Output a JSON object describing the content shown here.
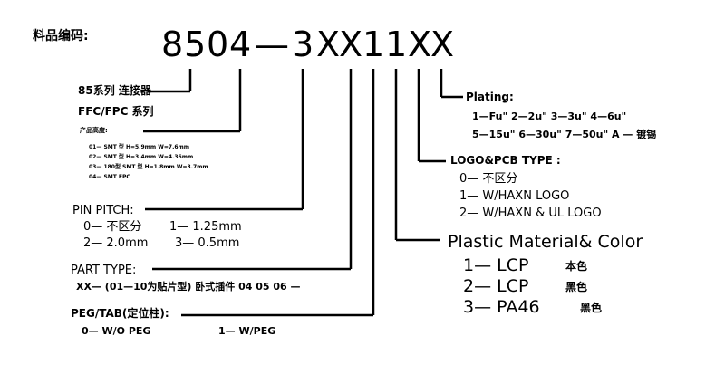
{
  "header_label": "料品编码:",
  "part_code": {
    "chars": [
      "8",
      "5",
      "0",
      "4",
      "—",
      "3",
      "X",
      "X",
      "1",
      "1",
      "X",
      "X"
    ]
  },
  "series": {
    "line1": "85系列 连接器",
    "line2": "FFC/FPC 系列"
  },
  "product_height": {
    "title": "产品高度:",
    "items": [
      "01— SMT 型 H=5.9mm W=7.6mm",
      "02— SMT 型 H=3.4mm W=4.36mm",
      "03— 180型 SMT 型 H=1.8mm W=3.7mm",
      "04— SMT FPC"
    ]
  },
  "pin_pitch": {
    "title": "PIN PITCH:",
    "row1_a": "0— 不区分",
    "row1_b": "1— 1.25mm",
    "row2_a": "2— 2.0mm",
    "row2_b": "3— 0.5mm"
  },
  "part_type": {
    "title": "PART TYPE:",
    "line": "XX— (01—10为贴片型) 卧式插件 04 05 06 —"
  },
  "peg_tab": {
    "title": "PEG/TAB(定位柱):",
    "opt_a": "0— W/O PEG",
    "opt_b": "1— W/PEG"
  },
  "plating": {
    "title": "Plating:",
    "line1": "1—Fu\" 2—2u\" 3—3u\" 4—6u\"",
    "line2": "5—15u\" 6—30u\" 7—50u\"  A — 镀锡"
  },
  "logo_pcb": {
    "title": "LOGO&PCB TYPE :",
    "items": [
      "0— 不区分",
      "1— W/HAXN LOGO",
      "2— W/HAXN & UL LOGO"
    ]
  },
  "plastic": {
    "title": "Plastic Material& Color",
    "items": [
      {
        "code": "1— LCP",
        "color": "本色"
      },
      {
        "code": "2— LCP",
        "color": "黑色"
      },
      {
        "code": "3— PA46",
        "color": "黑色"
      }
    ]
  }
}
